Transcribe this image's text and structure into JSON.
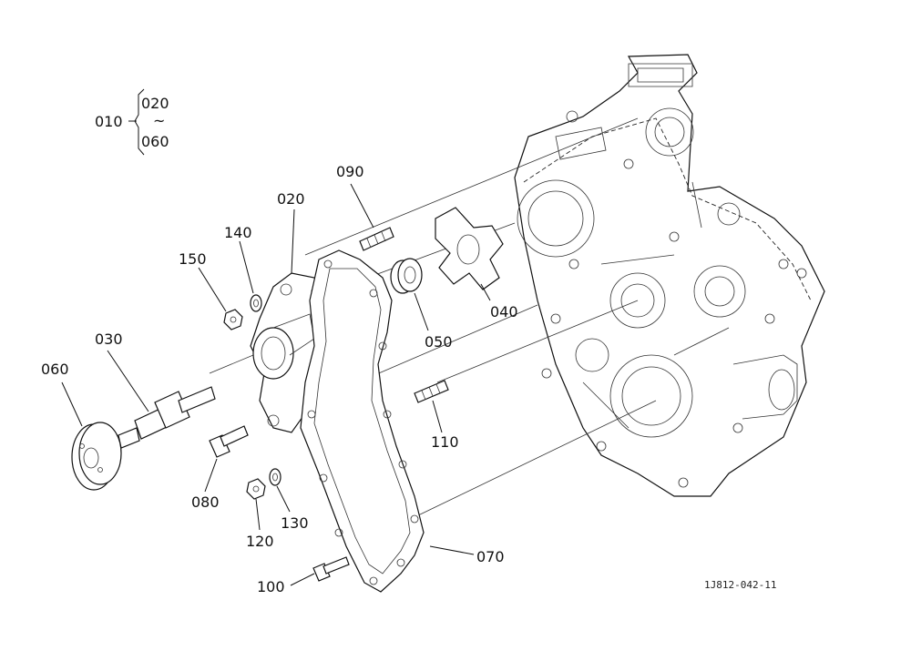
{
  "group": {
    "parent": "010",
    "range_start": "020",
    "range_sep": "~",
    "range_end": "060"
  },
  "callouts": {
    "p020": "020",
    "p030": "030",
    "p040": "040",
    "p050": "050",
    "p060": "060",
    "p070": "070",
    "p080": "080",
    "p090": "090",
    "p100": "100",
    "p110": "110",
    "p120": "120",
    "p130": "130",
    "p140": "140",
    "p150": "150"
  },
  "drawing_number": "1J812-042-11"
}
